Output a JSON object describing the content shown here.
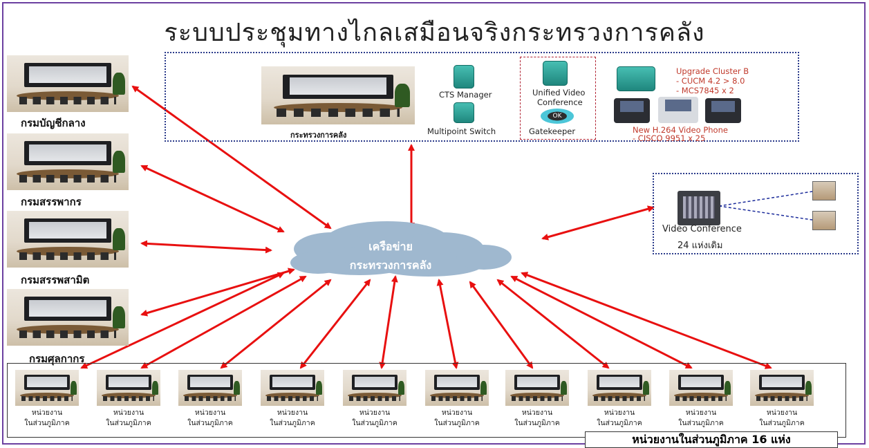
{
  "title": "ระบบประชุมทางไกลเสมือนจริงกระทรวงการคลัง",
  "departments": [
    {
      "label": "กรมบัญชีกลาง"
    },
    {
      "label": "กรมสรรพากร"
    },
    {
      "label": "กรมสรรพสามิต"
    },
    {
      "label": "กรมศุลกากร"
    }
  ],
  "hq": {
    "room_label": "กระทรวงการคลัง",
    "devices": {
      "cts_manager": "CTS Manager",
      "multipoint_switch": "Multipoint Switch",
      "unified_video_conference": [
        "Unified Video",
        "Conference"
      ],
      "gatekeeper": "Gatekeeper",
      "gatekeeper_badge": "OK"
    },
    "upgrade": [
      "Upgrade Cluster B",
      "- CUCM 4.2 > 8.0",
      "- MCS7845 x 2"
    ],
    "video_phone": [
      "New H.264 Video Phone",
      "- CISCO 9951 x 25"
    ]
  },
  "cloud": [
    "เครือข่าย",
    "กระทรวงการคลัง"
  ],
  "legacy_vc": [
    "Video Conference",
    "24 แห่งเดิม"
  ],
  "regional": {
    "unit_label": [
      "หน่วยงาน",
      "ในส่วนภูมิภาค"
    ],
    "count": 10,
    "box_title": "หน่วยงานในส่วนภูมิภาค 16 แห่ง"
  },
  "colors": {
    "arrow": "#e81010",
    "border": "#6b3fa0",
    "dotted_box": "#2a3a8a",
    "cloud": "#9fb8cf",
    "device": "#2aa79b",
    "highlight_text": "#c0392b"
  },
  "icons": [
    "conference-room-photo",
    "network-cloud-icon",
    "switch-device-icon",
    "server-icon",
    "ip-phone-icon",
    "video-conference-unit-icon"
  ]
}
